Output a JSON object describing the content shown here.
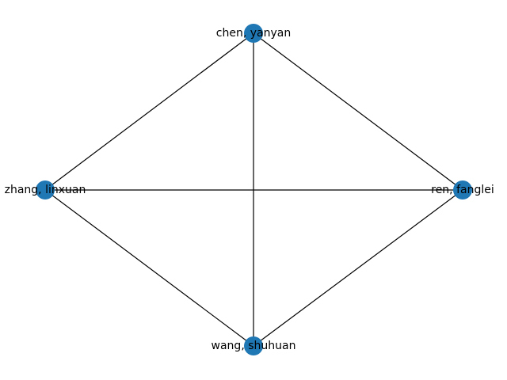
{
  "colors": {
    "background": "#ffffff",
    "node_fill": "#1f77b4",
    "edge_stroke": "#000000",
    "label_color": "#000000"
  },
  "nodes": [
    {
      "id": "chen",
      "label": "chen, yanyan"
    },
    {
      "id": "zhang",
      "label": "zhang, linxuan"
    },
    {
      "id": "ren",
      "label": "ren, fanglei"
    },
    {
      "id": "wang",
      "label": "wang, shuhuan"
    }
  ],
  "edges": [
    {
      "source": "chen",
      "target": "zhang"
    },
    {
      "source": "chen",
      "target": "ren"
    },
    {
      "source": "chen",
      "target": "wang"
    },
    {
      "source": "zhang",
      "target": "ren"
    },
    {
      "source": "zhang",
      "target": "wang"
    },
    {
      "source": "ren",
      "target": "wang"
    }
  ]
}
